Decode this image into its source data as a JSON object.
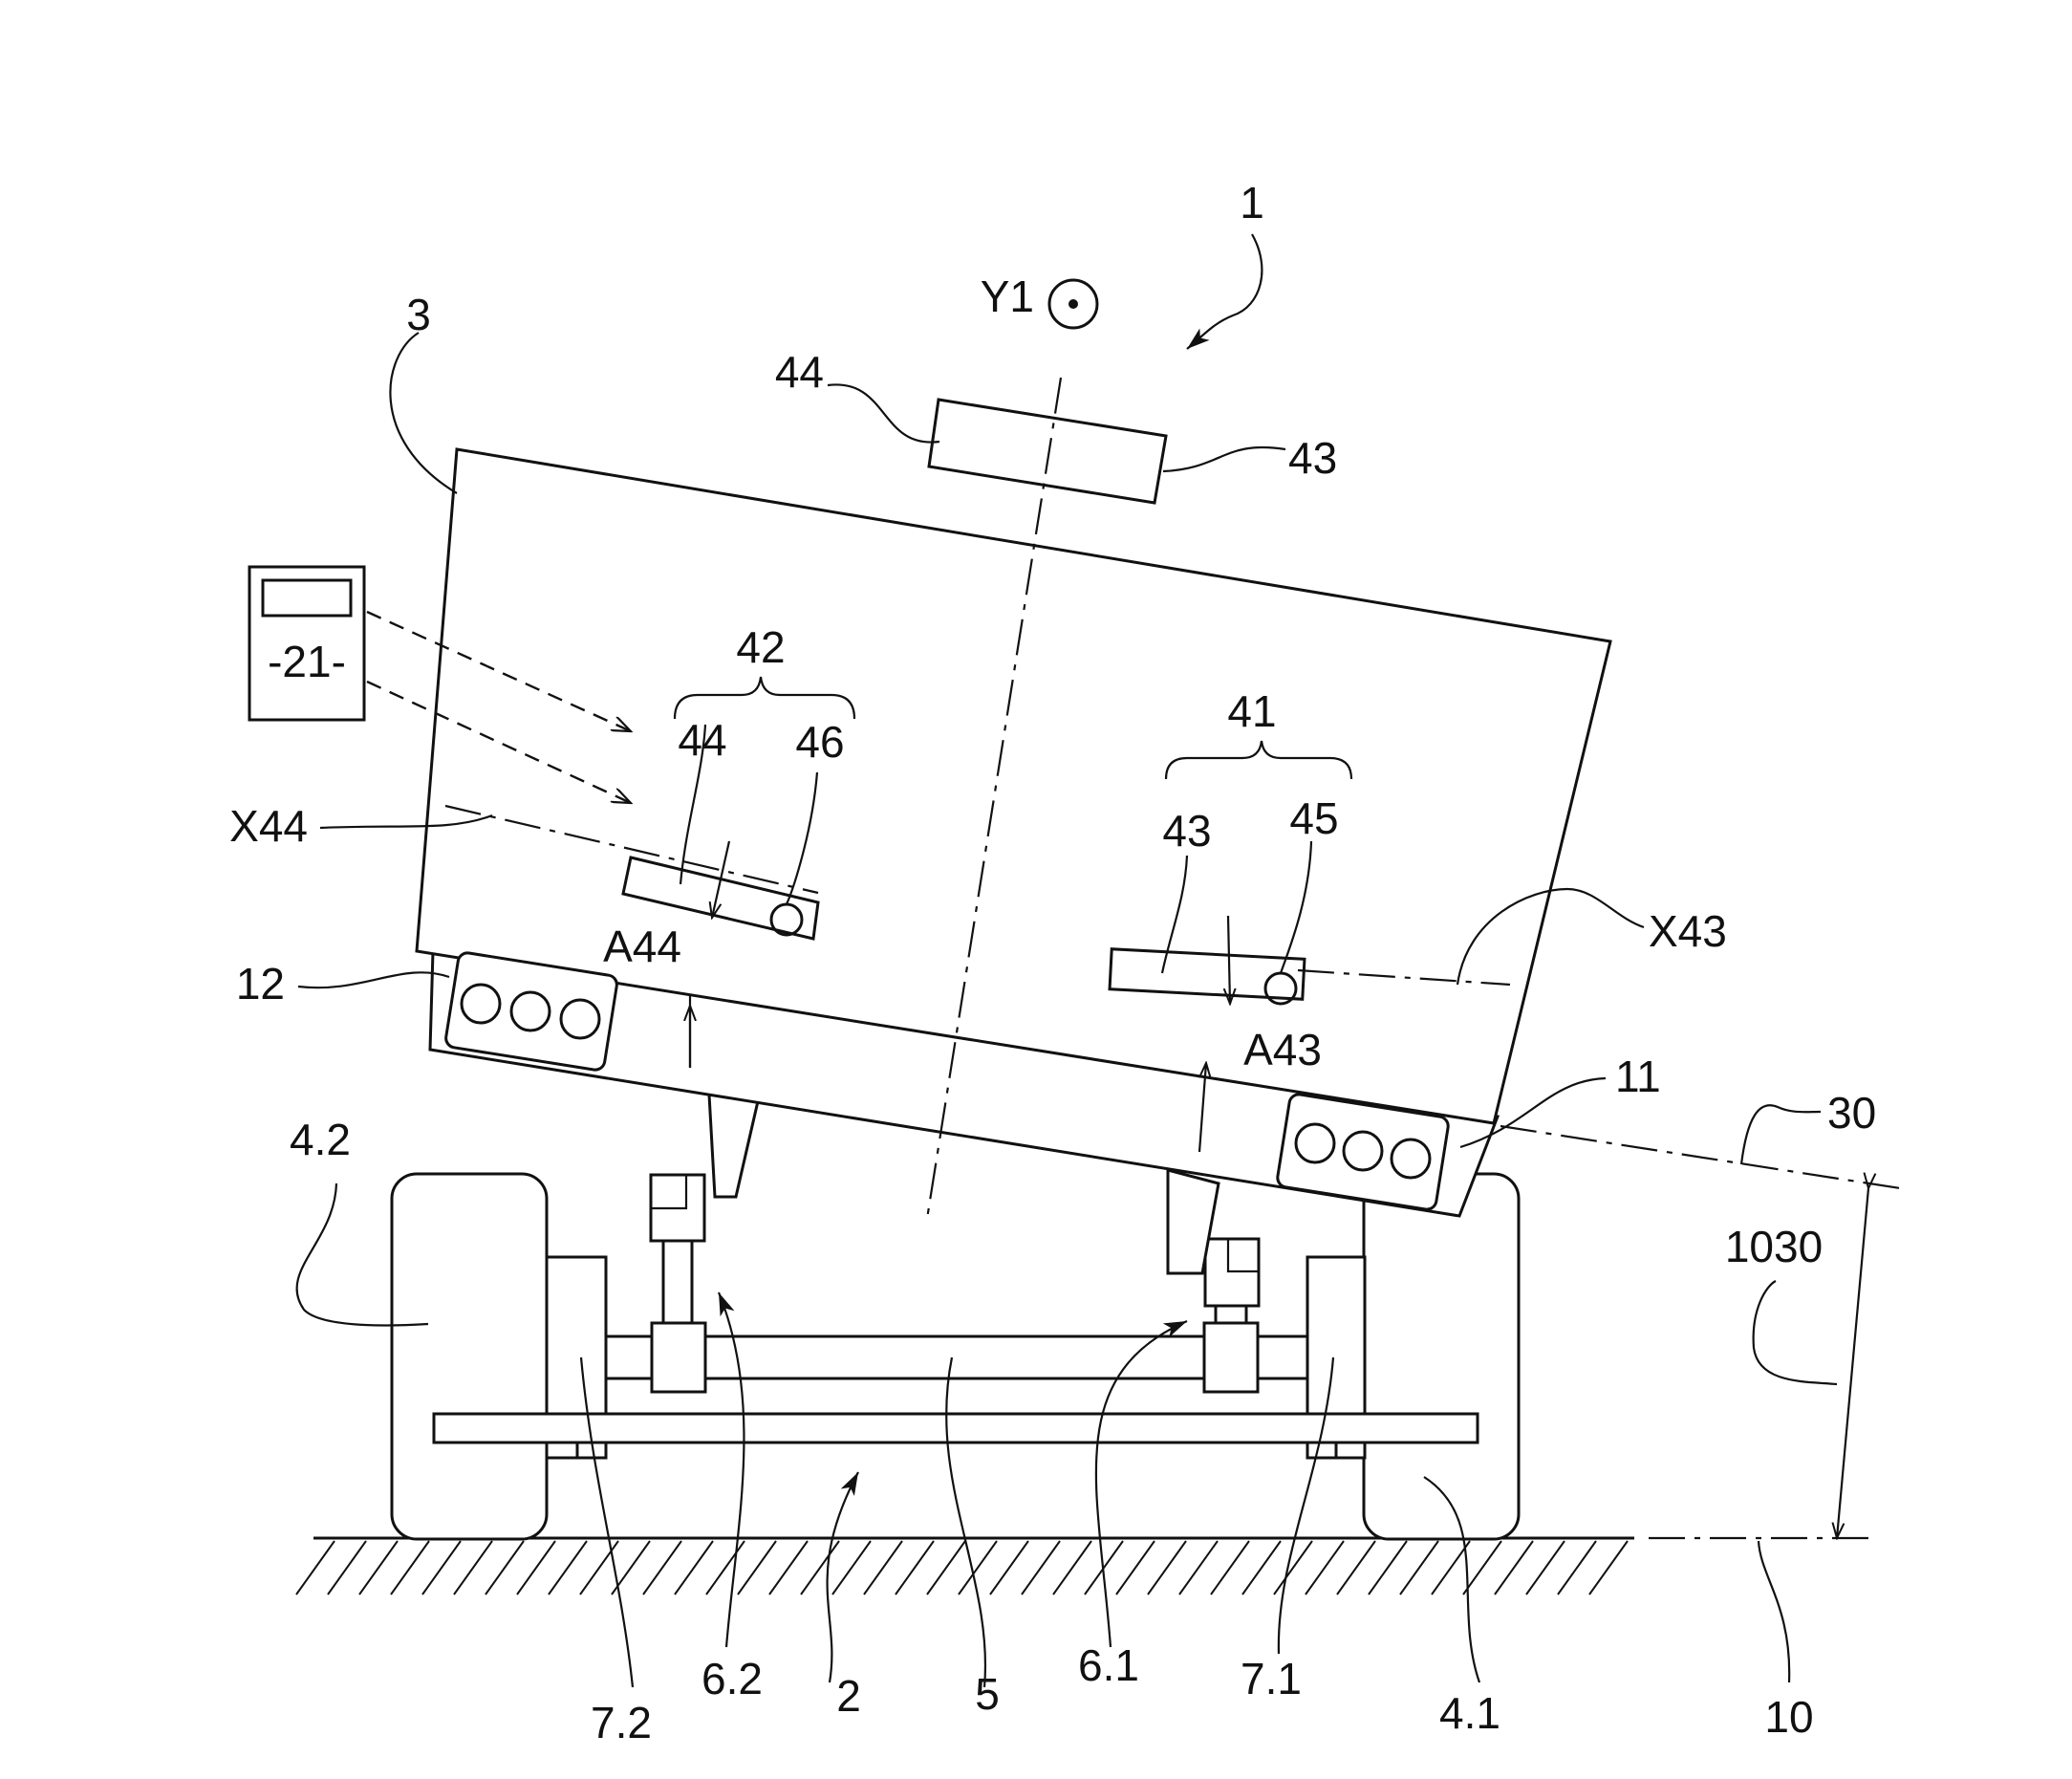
{
  "labels": {
    "l1": "1",
    "y1": "Y1",
    "l3": "3",
    "l44_top": "44",
    "l43_top": "43",
    "l42": "42",
    "l44_left": "44",
    "l46": "46",
    "l41": "41",
    "l43_right": "43",
    "l45": "45",
    "x44": "X44",
    "x43": "X43",
    "a44": "A44",
    "a43": "A43",
    "l12": "12",
    "l11": "11",
    "l30": "30",
    "l1030": "1030",
    "l4_2": "4.2",
    "l4_1": "4.1",
    "l7_2": "7.2",
    "l7_1": "7.1",
    "l6_2": "6.2",
    "l6_1": "6.1",
    "l2": "2",
    "l5": "5",
    "l10": "10",
    "remote": "-21-"
  }
}
